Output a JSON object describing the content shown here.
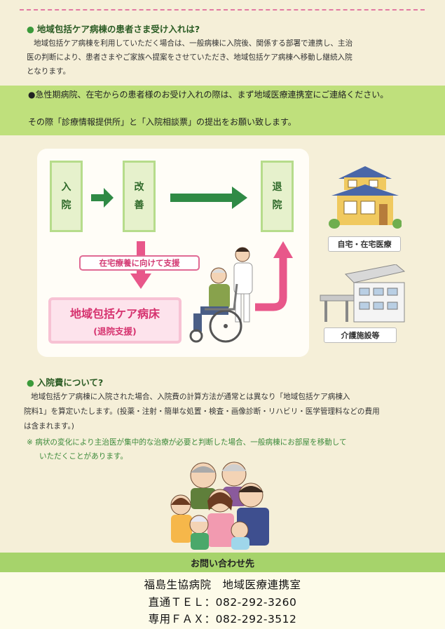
{
  "section1": {
    "heading": "地域包括ケア病棟の患者さま受け入れは?",
    "body_lines": [
      "地域包括ケア病棟を利用していただく場合は、一般病棟に入院後、関係する部署で連携し、主治",
      "医の判断により、患者さまやご家族へ提案をさせていただき、地域包括ケア病棟へ移動し継続入院",
      "となります。"
    ]
  },
  "notice": {
    "line1": "●急性期病院、在宅からの患者様のお受け入れの際は、まず地域医療連携室にご連絡ください。",
    "line2": "その際「診療情報提供所」と「入院相談票」の提出をお願い致します。"
  },
  "flow": {
    "step_admit": [
      "入",
      "院"
    ],
    "step_improve": [
      "改",
      "善"
    ],
    "step_discharge": [
      "退",
      "院"
    ],
    "support_label": "在宅療養に向けて支援",
    "care_ward_title": "地域包括ケア病床",
    "care_ward_sub": "(退院支援)",
    "place_home": "自宅・在宅医療",
    "place_facility": "介護施設等"
  },
  "section2": {
    "heading": "入院費について?",
    "body_lines": [
      "地域包括ケア病棟に入院された場合、入院費の計算方法が通常とは異なり「地域包括ケア病棟入",
      "院料1」を算定いたします。(投薬・注射・簡単な処置・検査・画像診断・リハビリ・医学管理料などの費用",
      "は含まれます。)"
    ],
    "note_lines": [
      "※ 病状の変化により主治医が集中的な治療が必要と判断した場合、一般病棟にお部屋を移動して",
      "いただくことがあります。"
    ]
  },
  "contact": {
    "title": "お問い合わせ先",
    "org": "福島生協病院　地域医療連携室",
    "tel": "直通ＴＥＬ：082-292-3260",
    "fax": "専用ＦＡＸ：082-292-3512"
  },
  "colors": {
    "green_band": "#bfe07c",
    "contact_band": "#a6d36b",
    "arrow_green": "#2f8a45",
    "arrow_pink": "#e8578a"
  }
}
